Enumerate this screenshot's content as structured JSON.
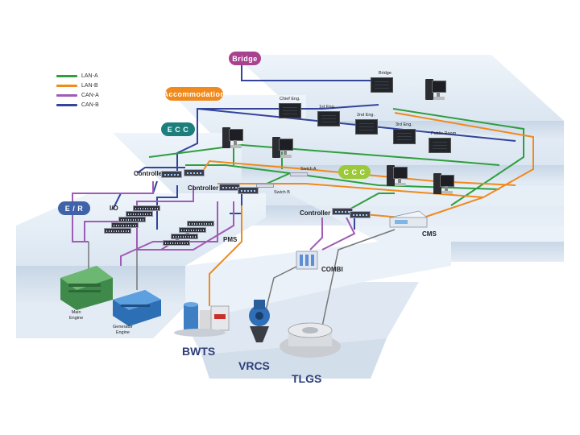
{
  "legend": [
    {
      "label": "LAN-A",
      "color": "#2e9e3e"
    },
    {
      "label": "LAN-B",
      "color": "#f08a1c"
    },
    {
      "label": "CAN-A",
      "color": "#a05bb5"
    },
    {
      "label": "CAN-B",
      "color": "#33449a"
    }
  ],
  "zones": {
    "bridge": {
      "label": "Bridge",
      "color": "#a8428e"
    },
    "accommodation": {
      "label": "Accommodation",
      "color": "#f08a1c"
    },
    "ecc": {
      "label": "E C C",
      "color": "#1d7f7c"
    },
    "ccc": {
      "label": "C C C",
      "color": "#9cc93a"
    },
    "er": {
      "label": "E / R",
      "color": "#3f62a8"
    }
  },
  "stations": {
    "bridge": "Bridge",
    "chief_eng": "Chief Eng.",
    "first_eng": "1st Eng.",
    "second_eng": "2nd Eng.",
    "third_eng": "3rd Eng.",
    "public_room": "Public Room"
  },
  "devices": {
    "controller_1": "Controller",
    "controller_2": "Controller",
    "controller_3": "Controller",
    "switch_a": "Swich A",
    "switch_b": "Swich B",
    "io": "I/O",
    "pms": "PMS",
    "cms": "CMS",
    "combi": "COMBI"
  },
  "equipment": {
    "main_engine": "Main\nEngine",
    "generator_engine": "Generator\nEngine",
    "bwts": "BWTS",
    "vrcs": "VRCS",
    "tlgs": "TLGS"
  }
}
